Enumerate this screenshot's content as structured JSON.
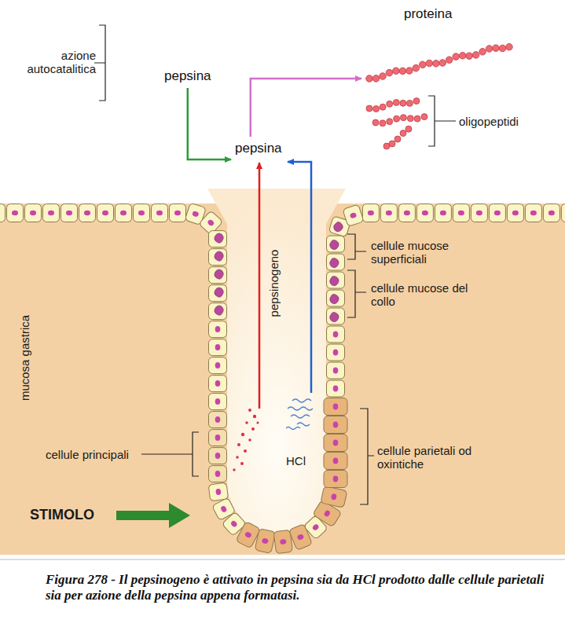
{
  "diagram": {
    "caption": "Figura 278 - Il pepsinogeno è attivato in pepsina sia da HCl prodotto dalle cellule parietali sia per azione della pepsina appena formatasi.",
    "nodes": [
      {
        "text": [
          "pepsina"
        ]
      },
      {
        "text": [
          "pepsina"
        ]
      },
      {
        "text": [
          "proteina"
        ]
      }
    ],
    "edges": [
      {
        "from": 0,
        "to": 1,
        "arrow": "to"
      },
      {
        "from": 1,
        "to": 2,
        "arrow": "to"
      }
    ],
    "labels": [
      "azione autocatalitica",
      "oligopeptidi",
      "pepsinogeno",
      "HCl",
      "cellule mucose superficiali",
      "cellule mucose del collo",
      "mucosa gastrica",
      "cellule principali",
      "cellule parietali od oxintiche",
      "STIMOLO"
    ]
  }
}
